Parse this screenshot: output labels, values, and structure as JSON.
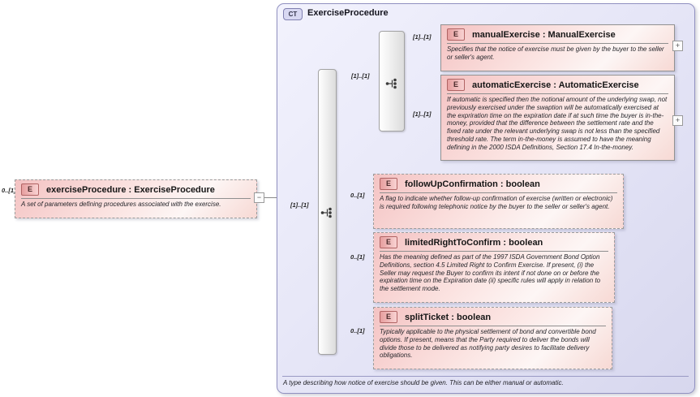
{
  "icons": {
    "expand": "+",
    "collapse": "−"
  },
  "root_element": {
    "cardinality": "0..[1]",
    "badge": "E",
    "title": "exerciseProcedure : ExerciseProcedure",
    "description": "A set of parameters defining procedures associated with the exercise."
  },
  "complex_type": {
    "badge": "CT",
    "title": "ExerciseProcedure",
    "footer": "A type describing how notice of exercise should be given. This can be either manual or automatic."
  },
  "connectors": {
    "root_to_sequence": "[1]..[1]",
    "sequence_to_choice": "[1]..[1]"
  },
  "elements": [
    {
      "badge": "E",
      "cardinality": "[1]..[1]",
      "title": "manualExercise : ManualExercise",
      "description": "Specifies that the notice of exercise must be given by the buyer to the seller or seller's agent."
    },
    {
      "badge": "E",
      "cardinality": "[1]..[1]",
      "title": "automaticExercise : AutomaticExercise",
      "description": "If automatic is specified then the notional amount of the underlying swap, not previously exercised under the swaption will be automatically exercised at the expriration time on the expiration date if at such time the buyer is in-the-money, provided that the difference between the settlement rate and the fixed rate under the relevant underlying swap is not less than the specified threshold rate. The term in-the-money is assumed to have the meaning defining in the 2000 ISDA Definitions, Section 17.4 In-the-money."
    },
    {
      "badge": "E",
      "cardinality": "0..[1]",
      "title": "followUpConfirmation : boolean",
      "description": "A flag to indicate whether follow-up confirmation of exercise (written or electronic) is required following telephonic notice by the buyer to the seller or seller's agent."
    },
    {
      "badge": "E",
      "cardinality": "0..[1]",
      "title": "limitedRightToConfirm : boolean",
      "description": "Has the meaning defined as part of the 1997 ISDA Government Bond Option Definitions, section 4.5 Limited Right to Confirm Exercise. If present, (i) the Seller may request the Buyer to confirm its intent if not done on or before the expiration time on the Expiration date (ii) specific rules will apply in relation to the settlement mode."
    },
    {
      "badge": "E",
      "cardinality": "0..[1]",
      "title": "splitTicket : boolean",
      "description": "Typically applicable to the physical settlement of bond and convertible bond options. If present, means that the Party required to deliver the bonds will divide those to be delivered as notifying party desires to facilitate delivery obligations."
    }
  ],
  "colors": {
    "container_fill": "#e4e4f6",
    "container_border": "#9191c1",
    "element_fill_pink": "#f4c3c3",
    "badge_border_red": "#b06464",
    "line_gray": "#8a8a8a"
  }
}
